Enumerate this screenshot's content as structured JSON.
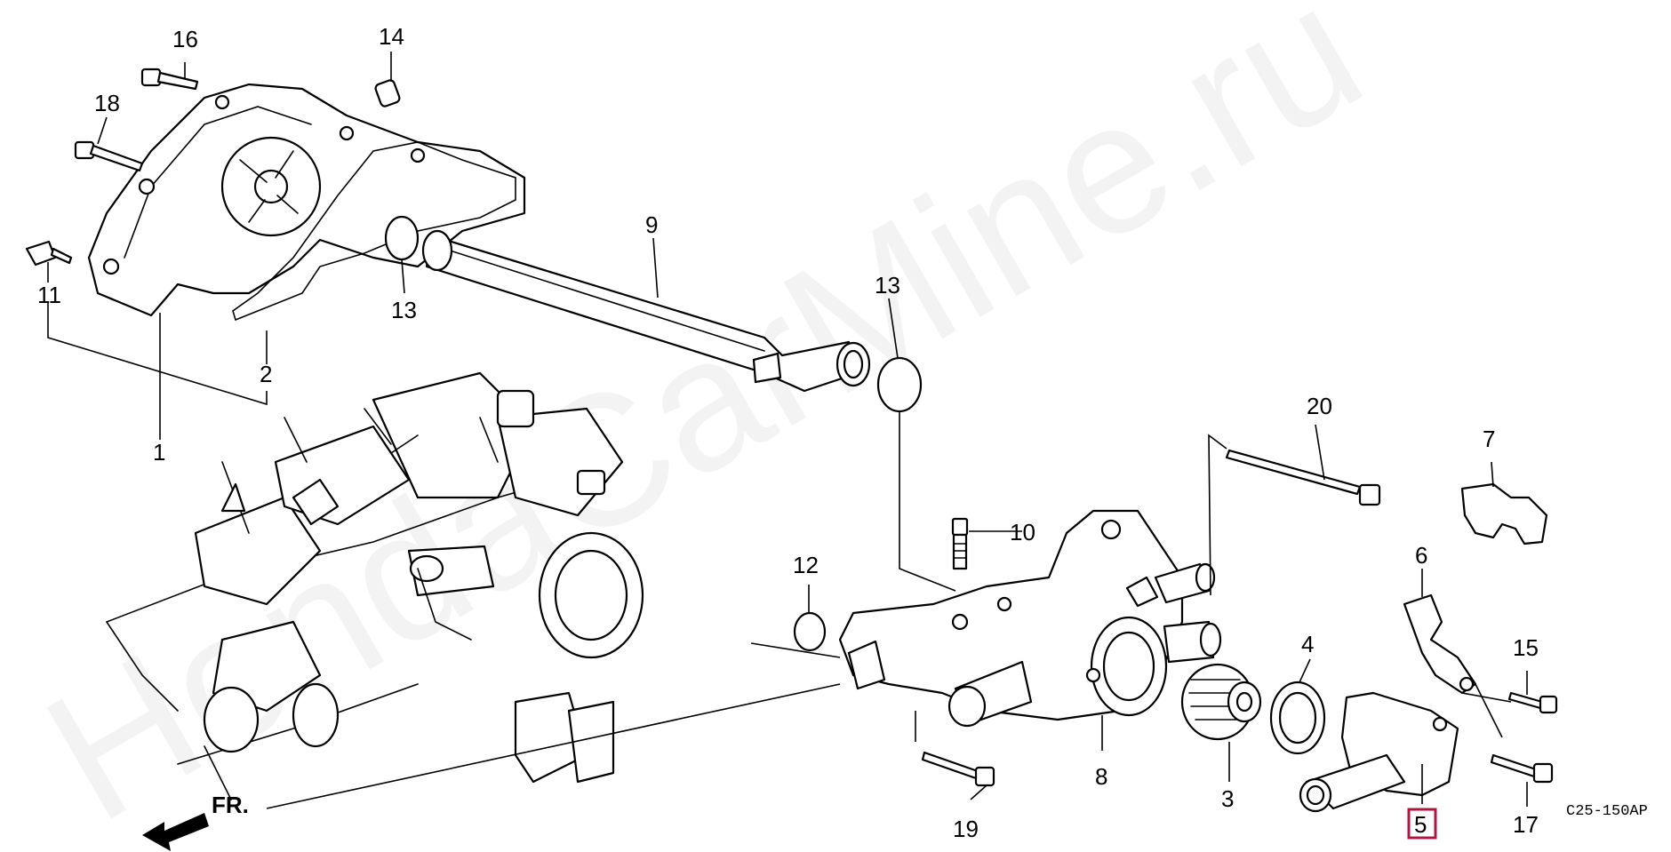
{
  "watermark": "HondaCarMine.ru",
  "diagram_code": "C25-150AP",
  "front_marker": "FR.",
  "highlight_color": "#b0163f",
  "highlighted_part": "5",
  "callouts": {
    "p1": "1",
    "p2": "2",
    "p3": "3",
    "p4": "4",
    "p5": "5",
    "p6": "6",
    "p7": "7",
    "p8": "8",
    "p9": "9",
    "p10": "10",
    "p11": "11",
    "p12": "12",
    "p13a": "13",
    "p13b": "13",
    "p14": "14",
    "p15": "15",
    "p16": "16",
    "p17": "17",
    "p18": "18",
    "p19": "19",
    "p20": "20"
  }
}
